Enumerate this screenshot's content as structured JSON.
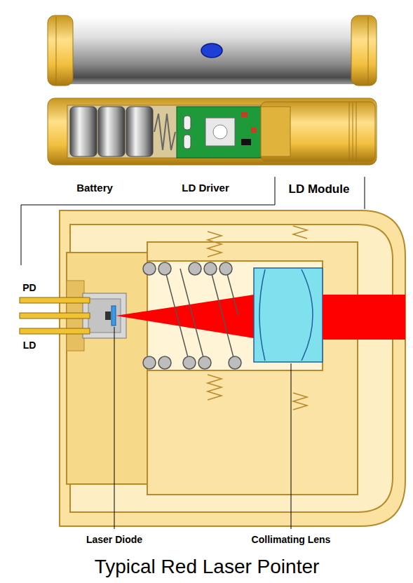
{
  "diagram": {
    "title": "Typical Red Laser Pointer",
    "labels": [
      "PD",
      "LD",
      "Battery",
      "LD Driver",
      "LD Module",
      "Laser Diode",
      "Collimating Lens"
    ]
  }
}
